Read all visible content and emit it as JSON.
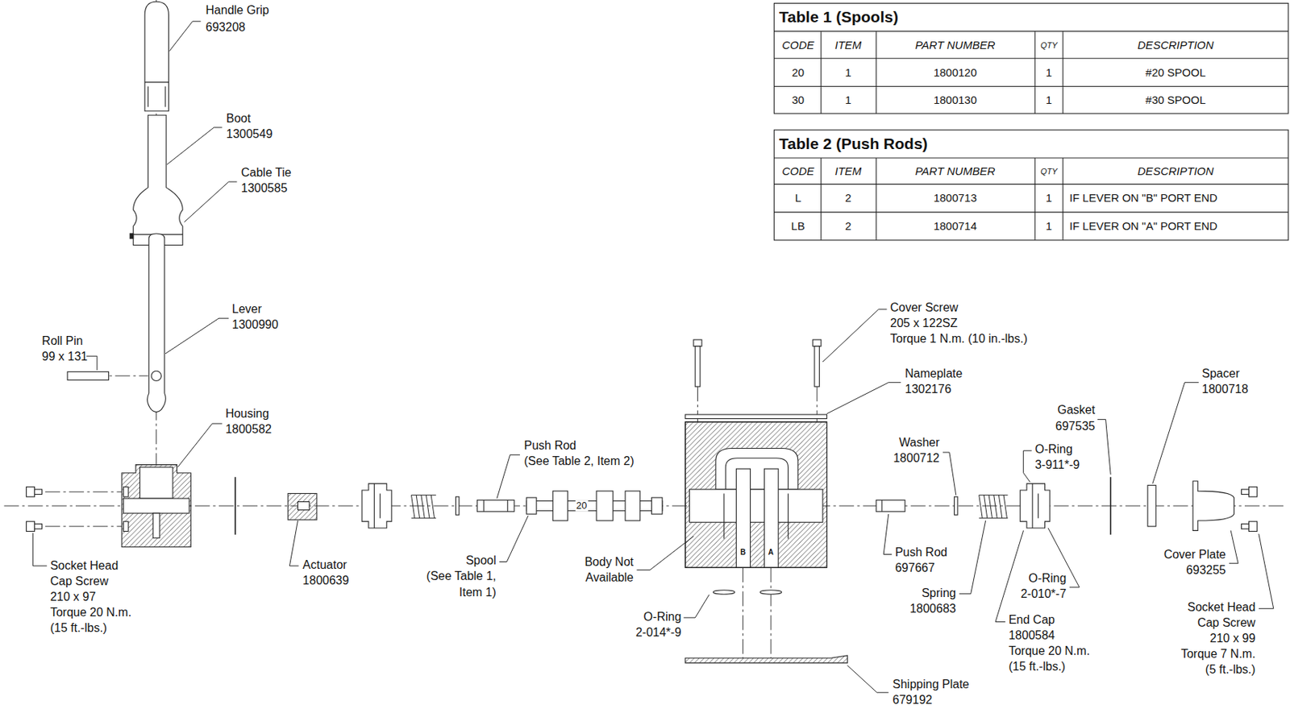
{
  "diagram": {
    "labels": [
      "Handle Grip",
      "693208",
      "Table 1 (Spools)",
      "CODE",
      "ITEM",
      "PART NUMBER",
      "QTY",
      "DESCRIPTION",
      "20",
      "1",
      "1800120",
      "1",
      "#20 SPOOL",
      "30",
      "1",
      "1800130",
      "1",
      "#30 SPOOL",
      "Table 2 (Push Rods)",
      "CODE",
      "ITEM",
      "PART NUMBER",
      "QTY",
      "DESCRIPTION",
      "L",
      "2",
      "1800713",
      "1",
      "IF LEVER ON \"B\" PORT END",
      "LB",
      "2",
      "1800714",
      "1",
      "IF LEVER ON \"A\" PORT END",
      "Boot",
      "1300549",
      "Cable Tie",
      "1300585",
      "Lever",
      "1300990",
      "Roll Pin",
      "99 x 131",
      "Housing",
      "1800582",
      "Push Rod",
      "(See Table 2, Item 2)",
      "Socket Head",
      "Cap Screw",
      "210 x 97",
      "Torque 20 N.m.",
      "(15 ft.-lbs.)",
      "Actuator",
      "1800639",
      "Spool",
      "(See Table 1,",
      "Item 1)",
      "20",
      "Body Not",
      "Available",
      "B",
      "A",
      "O-Ring",
      "2-014*-9",
      "Cover Screw",
      "205 x 122SZ",
      "Torque 1 N.m. (10 in.-lbs.)",
      "Nameplate",
      "1302176",
      "Washer",
      "1800712",
      "Gasket",
      "697535",
      "Spacer",
      "1800718",
      "O-Ring",
      "3-911*-9",
      "Push Rod",
      "697667",
      "Spring",
      "1800683",
      "O-Ring",
      "2-010*-7",
      "End Cap",
      "1800584",
      "Torque 20 N.m.",
      "(15 ft.-lbs.)",
      "Cover Plate",
      "693255",
      "Socket Head",
      "Cap Screw",
      "210 x 99",
      "Torque 7 N.m.",
      "(5 ft.-lbs.)",
      "Shipping Plate",
      "679192"
    ]
  }
}
